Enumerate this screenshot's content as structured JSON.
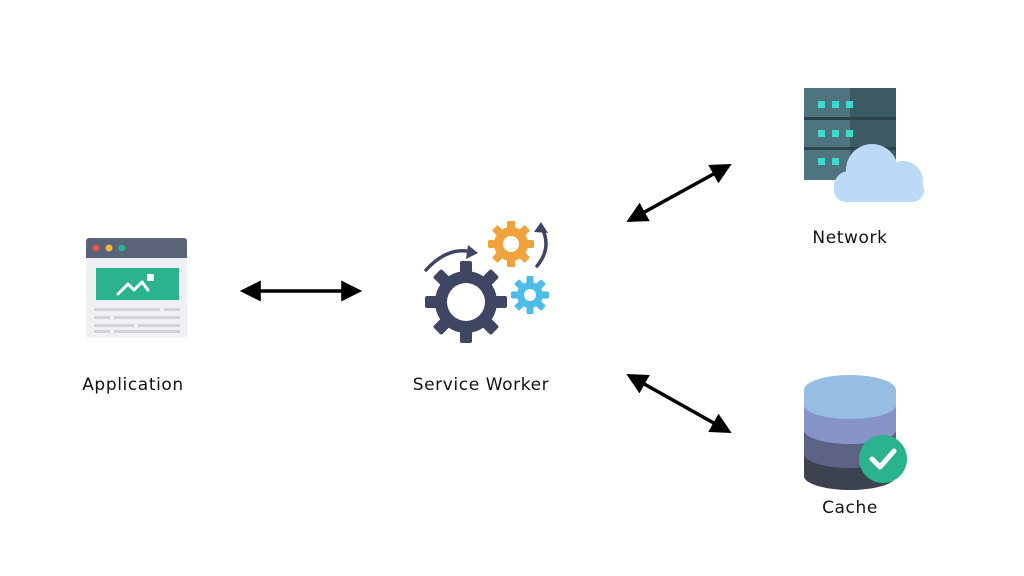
{
  "nodes": {
    "application": {
      "label": "Application"
    },
    "service_worker": {
      "label": "Service Worker"
    },
    "network": {
      "label": "Network"
    },
    "cache": {
      "label": "Cache"
    }
  },
  "connections": [
    {
      "from": "application",
      "to": "service_worker",
      "direction": "bidirectional"
    },
    {
      "from": "service_worker",
      "to": "network",
      "direction": "bidirectional"
    },
    {
      "from": "service_worker",
      "to": "cache",
      "direction": "bidirectional"
    }
  ],
  "colors": {
    "arrow": "#000000",
    "browser_frame": "#5a6378",
    "browser_body": "#eef0f2",
    "browser_hero": "#2bb38e",
    "dot_red": "#e8524a",
    "dot_yellow": "#f5b82e",
    "dot_green": "#2bb38e",
    "gear_large": "#3f4563",
    "gear_orange": "#f0a23c",
    "gear_blue": "#4bbde8",
    "server_dark": "#3c5a64",
    "server_light": "#4f7480",
    "server_leds": "#3ddad0",
    "cloud": "#bcd9f7",
    "db_top": "#96bde4",
    "db_mid": "#8694c8",
    "db_low": "#5c6384",
    "db_bottom": "#3c4250",
    "check_badge": "#2bb38e"
  },
  "icons": {
    "application": "browser-window-icon",
    "service_worker": "gears-icon",
    "network": "server-cloud-icon",
    "cache": "database-check-icon"
  }
}
